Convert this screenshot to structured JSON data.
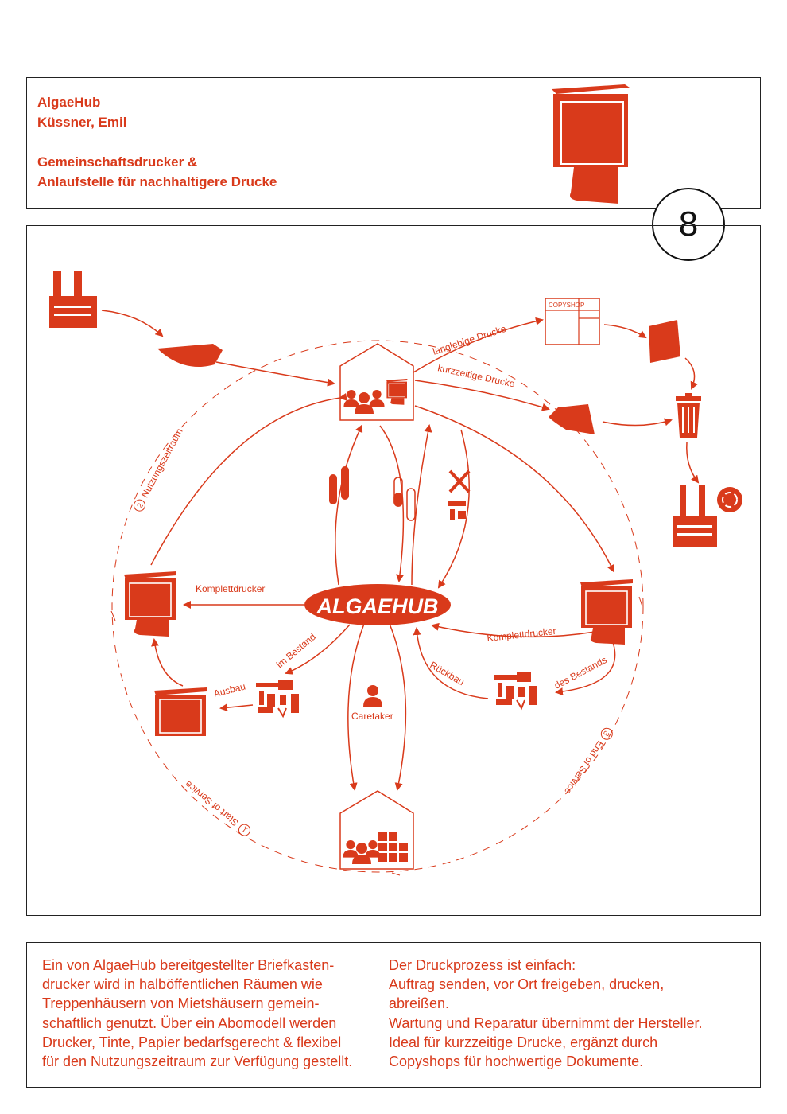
{
  "header": {
    "title": "AlgaeHub",
    "author": "Küssner, Emil",
    "subtitle_line1": "Gemeinschaftsdrucker &",
    "subtitle_line2": "Anlaufstelle für nachhaltigere Drucke"
  },
  "page_number": "8",
  "diagram": {
    "center_label": "ALGAEHUB",
    "copyshop_label": "COPYSHOP",
    "edges": {
      "langlebige": "langlebige Drucke",
      "kurzzeitige": "kurzzeitige Drucke",
      "komplett_left": "Komplettdrucker",
      "komplett_right": "Komplettdrucker",
      "ausbau": "Ausbau",
      "im_bestand": "im Bestand",
      "rueckbau": "Rückbau",
      "des_bestands": "des Bestands",
      "caretaker": "Caretaker"
    },
    "phases": {
      "nutzungszeitraum": "Nutzungszeitraum",
      "start": "Start of Service",
      "end": "End of Service",
      "n1": "1",
      "n2": "2",
      "n3": "3"
    },
    "accent_color": "#d93a1b"
  },
  "footer": {
    "left": "Ein von AlgaeHub bereitgestellter Briefkasten-\ndrucker wird in halböffentlichen Räumen wie\nTreppenhäusern von Mietshäusern gemein-\nschaftlich genutzt. Über ein Abomodell werden\nDrucker, Tinte, Papier bedarfsgerecht & flexibel\nfür den Nutzungszeitraum zur Verfügung gestellt.",
    "right": "Der Druckprozess ist einfach:\nAuftrag senden, vor Ort freigeben, drucken,\nabreißen.\nWartung und Reparatur übernimmt der Hersteller.\nIdeal für kurzzeitige Drucke, ergänzt durch\nCopyshops für hochwertige Dokumente."
  }
}
